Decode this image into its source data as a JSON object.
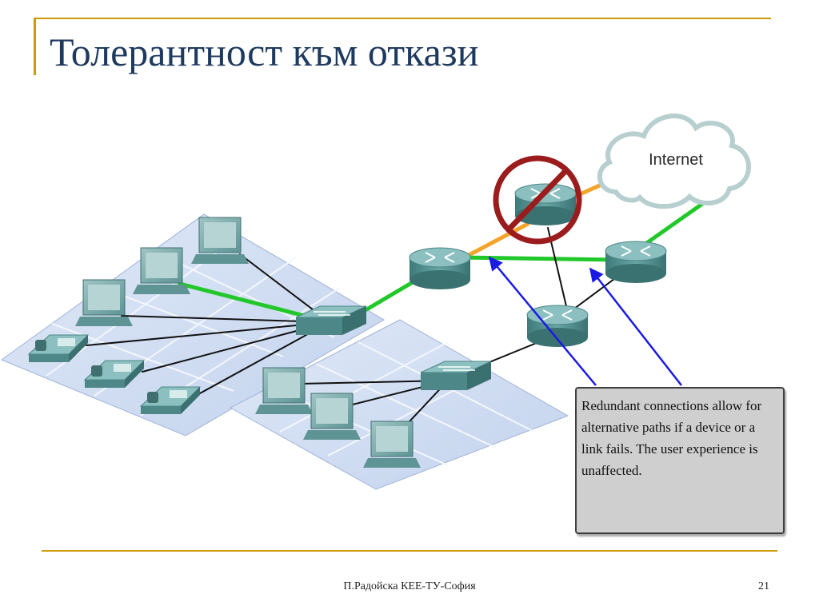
{
  "slide": {
    "title": "Толерантност към откази",
    "footer": "П.Радойска КЕЕ-ТУ-София",
    "page_number": "21"
  },
  "diagram": {
    "cloud_label": "Internet",
    "callout_text": "Redundant connections allow for alternative paths if a device or a link fails. The user experience is unaffected.",
    "icons": [
      "router-icon",
      "switch-icon",
      "pc-icon",
      "ip-phone-icon",
      "cloud-icon",
      "prohibited-icon"
    ],
    "colors": {
      "title": "#1f3a5f",
      "accent": "#cc9a06",
      "active_link": "#22c82a",
      "failed_link": "#f5a42a",
      "lan_link": "#111111",
      "arrow": "#1a1ae6",
      "prohibited": "#9b1c1c"
    }
  }
}
